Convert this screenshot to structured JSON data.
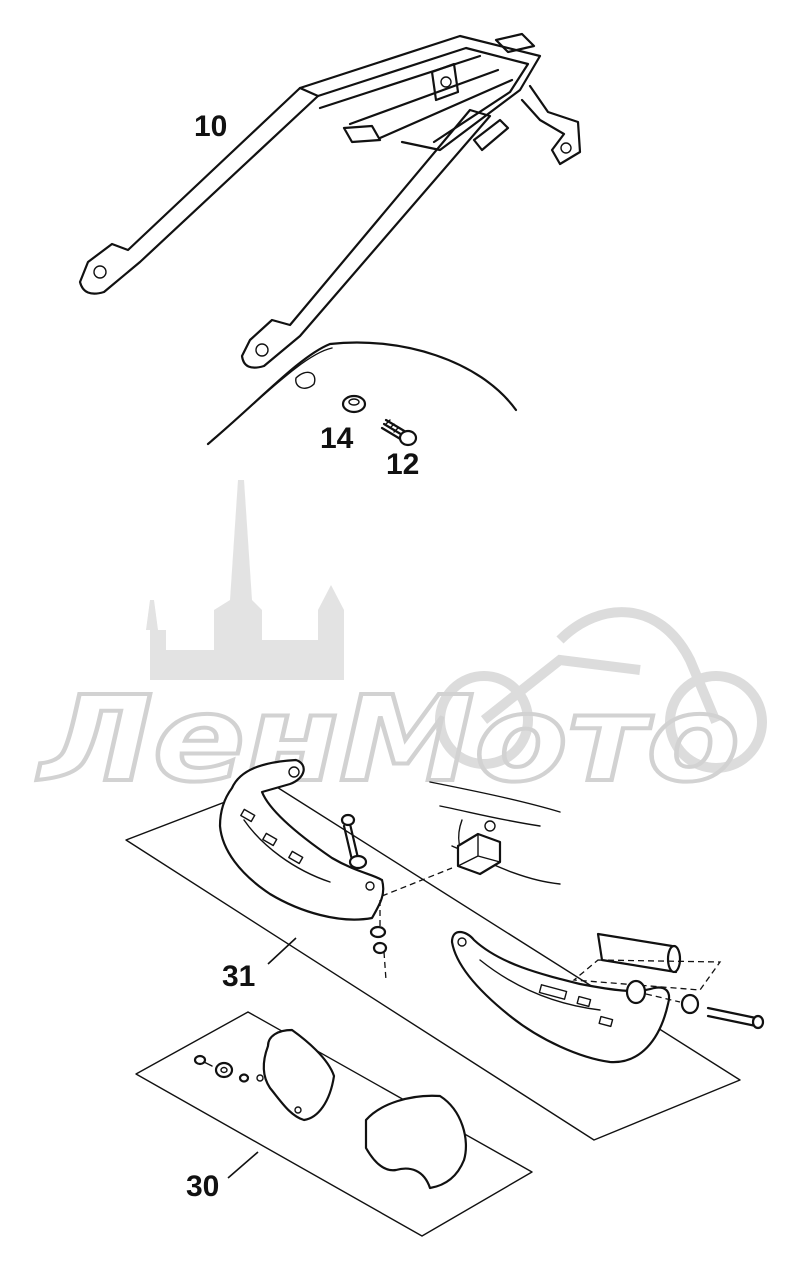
{
  "watermark": {
    "text": "ЛенМото",
    "color": "#d2d2d2"
  },
  "callouts": [
    {
      "id": "luggage-rack",
      "label": "10"
    },
    {
      "id": "washer",
      "label": "14"
    },
    {
      "id": "screw",
      "label": "12"
    },
    {
      "id": "handguard-set",
      "label": "31"
    },
    {
      "id": "handguard-spoiler-set",
      "label": "30"
    }
  ],
  "colors": {
    "line": "#111111",
    "background": "#ffffff"
  }
}
